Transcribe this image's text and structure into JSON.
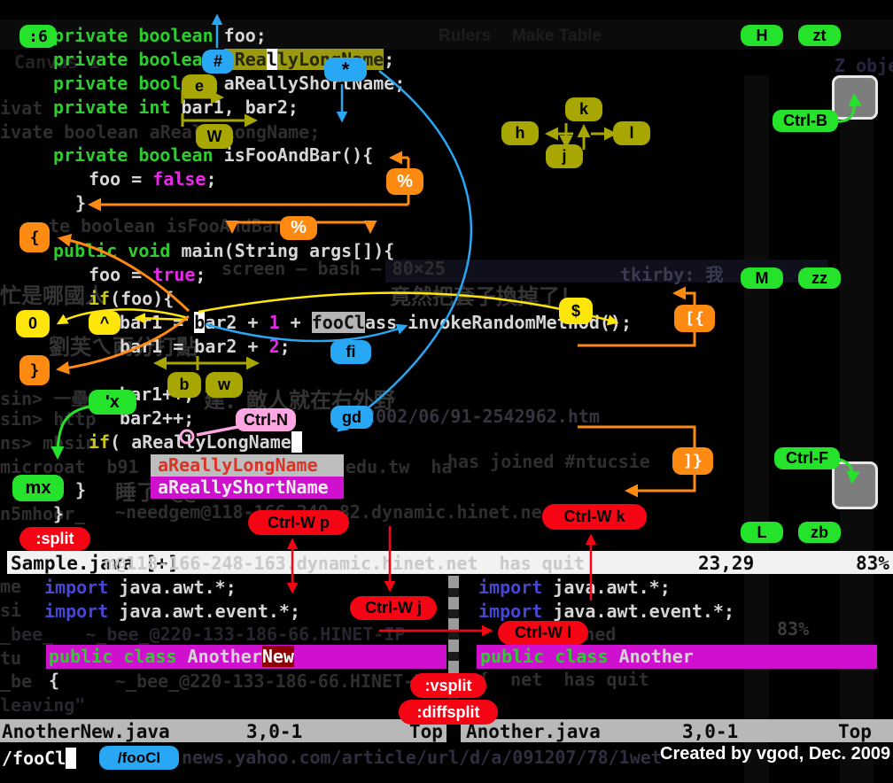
{
  "credit": "Created by vgod, Dec. 2009",
  "code": {
    "top": [
      [
        "private boolean ",
        "foo;"
      ],
      [
        "private boolean ",
        "aRea",
        "l",
        "lyLongName",
        ";"
      ],
      [
        "private boolean ",
        "aReallyShortName;"
      ],
      [
        "private int ",
        "bar1, bar2;"
      ],
      [
        "private boolean ",
        "isFooAndBar(){"
      ],
      [
        "foo = ",
        "false",
        ";"
      ],
      [
        "}"
      ],
      [
        "public void ",
        "main(String args[]){"
      ],
      [
        "foo = ",
        "true",
        ";"
      ],
      [
        "if",
        "(foo){"
      ],
      [
        "bar1 = ",
        "b",
        "ar2 + ",
        "1",
        " + ",
        "fooCl",
        "ass.invokeRandomMethod();"
      ],
      [
        "bar1 = bar2 + ",
        "2",
        ";"
      ],
      [
        "bar1++;"
      ],
      [
        "bar2++;"
      ],
      [
        "if",
        "( aReallyLongName",
        " "
      ],
      [
        "}"
      ],
      [
        "}"
      ]
    ],
    "popup": [
      "aReallyLongName",
      "aReallyShortName"
    ],
    "left_pane": [
      [
        "import",
        " java.awt.*;"
      ],
      [
        "import",
        " java.awt.event.*;"
      ],
      [
        "public class ",
        "Another",
        "New"
      ],
      [
        "{"
      ]
    ],
    "right_pane": [
      [
        "import",
        " java.awt.*;"
      ],
      [
        "import",
        " java.awt.event.*;"
      ],
      [
        "public class ",
        "Another"
      ]
    ]
  },
  "statusbars": {
    "mid": {
      "file": "Sample.java [+]",
      "ghost": "m@118-166-248-163.dynamic.hinet.net  has quit",
      "pos": "23,29",
      "pct": "83%"
    },
    "left": {
      "file": "AnotherNew.java",
      "pos": "3,0-1",
      "scroll": "Top"
    },
    "right": {
      "file": "Another.java",
      "pos": "3,0-1",
      "scroll": "Top"
    }
  },
  "cmdline": {
    "text": "/fooCl"
  },
  "badges": {
    "green": [
      ":6",
      "H",
      "zt",
      "Ctrl-B",
      "M",
      "zz",
      "Ctrl-F",
      "L",
      "zb",
      "mx",
      "'x"
    ],
    "olive": [
      "e",
      "W",
      "h",
      "k",
      "j",
      "l",
      "b",
      "w"
    ],
    "blue": [
      "#",
      "*",
      "fi",
      "gd",
      "/fooCl"
    ],
    "yellow": [
      "0",
      "^",
      "$"
    ],
    "orange": [
      "{",
      "}",
      "%",
      "%",
      "[{",
      "]}"
    ],
    "red": [
      ":split",
      "Ctrl-W p",
      "Ctrl-W j",
      "Ctrl-W k",
      "Ctrl-W l",
      ":vsplit",
      ":diffsplit"
    ],
    "pink": [
      "Ctrl-N"
    ]
  },
  "ghosts": [
    "Rulers",
    "Make Table",
    "Canvas 1",
    "Z obje",
    "ivat",
    "ivate boolean aReallyLongName;",
    "te boolean isFooAndBar(",
    "screen — bash — 80×25",
    "tkirby: 我",
    "忙是哪國人",
    "竟然把套子換掉了！",
    "劉芙ㄟ兩分打點",
    "sin> 一壘",
    "建：敵人就在右外野",
    "sin> http",
    "/2002/06/91-2542962.htm",
    "ns> mhsin",
    "microoat  b91",
    "edu.tw  ha",
    "has joined #ntucsie",
    "睡了 @@",
    "n5mhoor_",
    "~needgem@118-166-249-82.dynamic.hinet.ne",
    "me",
    "si",
    "_bee_   ~_bee_@220-133-186-66.HINET-IP",
    "has joined",
    "83%",
    "tu",
    "_be",
    "~_bee_@220-133-186-66.HINET-IP",
    "{  net  has quit",
    "leaving\"",
    "news.yahoo.com/article/url/d/a/091207/78/1wet"
  ]
}
